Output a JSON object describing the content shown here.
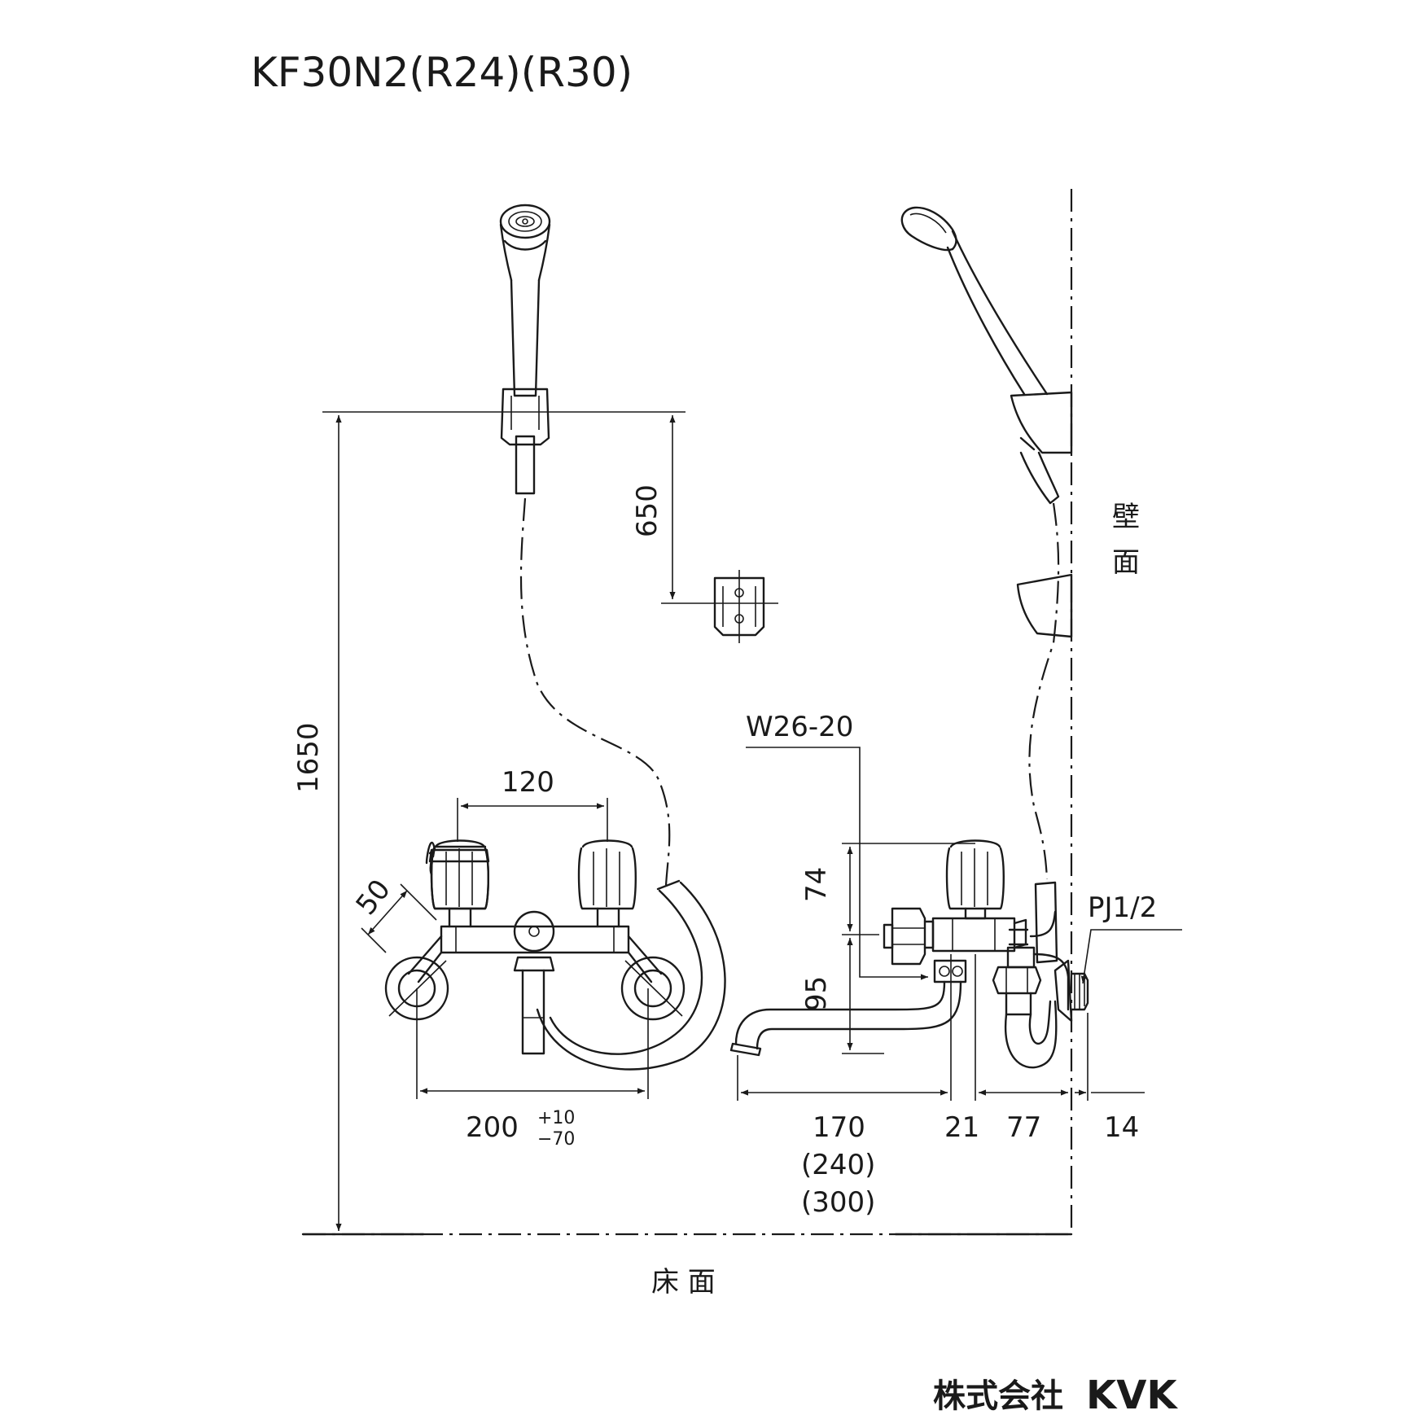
{
  "title": "KF30N2(R24)(R30)",
  "dimensions": {
    "height_total": "1650",
    "hook_height": "650",
    "handle_pitch": "120",
    "angle_dim": "50",
    "pipe_spacing": "200",
    "tolerance_plus": "+10",
    "tolerance_minus": "−70",
    "spout_length": "170",
    "spout_length_r24": "(240)",
    "spout_length_r30": "(300)",
    "dim_21": "21",
    "dim_77": "77",
    "dim_14": "14",
    "dim_74": "74",
    "dim_95": "95"
  },
  "labels": {
    "w_thread": "W26-20",
    "pj_thread": "PJ1/2",
    "wall_top": "壁",
    "wall_bottom": "面",
    "floor": "床 面"
  },
  "brand": {
    "company_prefix": "株式会社",
    "company_name": "KVK"
  }
}
